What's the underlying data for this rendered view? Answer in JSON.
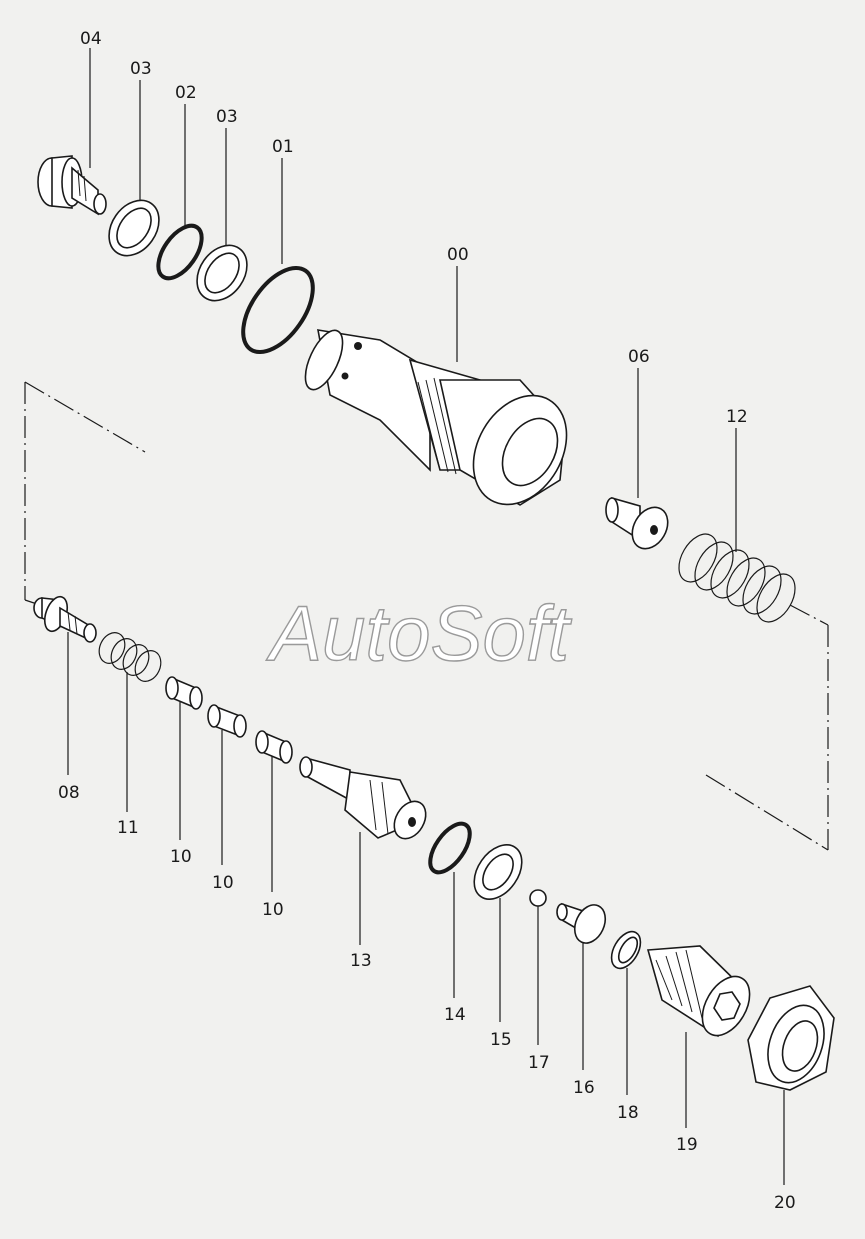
{
  "watermark": "AutoSoft",
  "labels": {
    "p04": "04",
    "p03a": "03",
    "p02": "02",
    "p03b": "03",
    "p01": "01",
    "p00": "00",
    "p06": "06",
    "p12": "12",
    "p08": "08",
    "p11": "11",
    "p10a": "10",
    "p10b": "10",
    "p10c": "10",
    "p13": "13",
    "p14": "14",
    "p15": "15",
    "p17": "17",
    "p16": "16",
    "p18": "18",
    "p19": "19",
    "p20": "20"
  }
}
